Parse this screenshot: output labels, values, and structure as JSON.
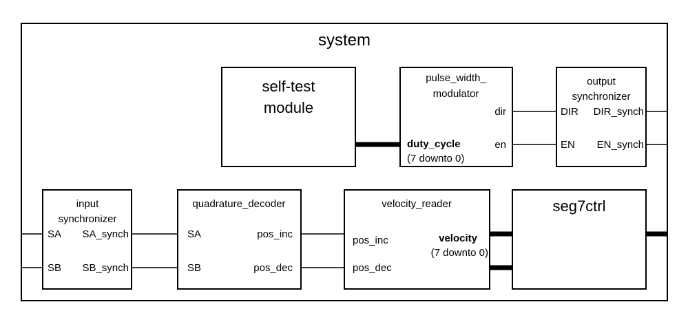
{
  "system": {
    "title": "system"
  },
  "blocks": {
    "self_test": {
      "line1": "self-test",
      "line2": "module"
    },
    "pwm": {
      "line1": "pulse_width_",
      "line2": "modulator",
      "dir": "dir",
      "en": "en",
      "duty": "duty_cycle",
      "duty_range": "(7 downto 0)"
    },
    "output_sync": {
      "line1": "output",
      "line2": "synchronizer",
      "dir_in": "DIR",
      "dir_out": "DIR_synch",
      "en_in": "EN",
      "en_out": "EN_synch"
    },
    "input_sync": {
      "line1": "input",
      "line2": "synchronizer",
      "sa_in": "SA",
      "sa_out": "SA_synch",
      "sb_in": "SB",
      "sb_out": "SB_synch"
    },
    "quad": {
      "title": "quadrature_decoder",
      "sa": "SA",
      "sb": "SB",
      "pos_inc": "pos_inc",
      "pos_dec": "pos_dec"
    },
    "velocity": {
      "title": "velocity_reader",
      "pos_inc": "pos_inc",
      "pos_dec": "pos_dec",
      "out": "velocity",
      "out_range": "(7 downto 0)"
    },
    "seg7": {
      "title": "seg7ctrl"
    }
  }
}
